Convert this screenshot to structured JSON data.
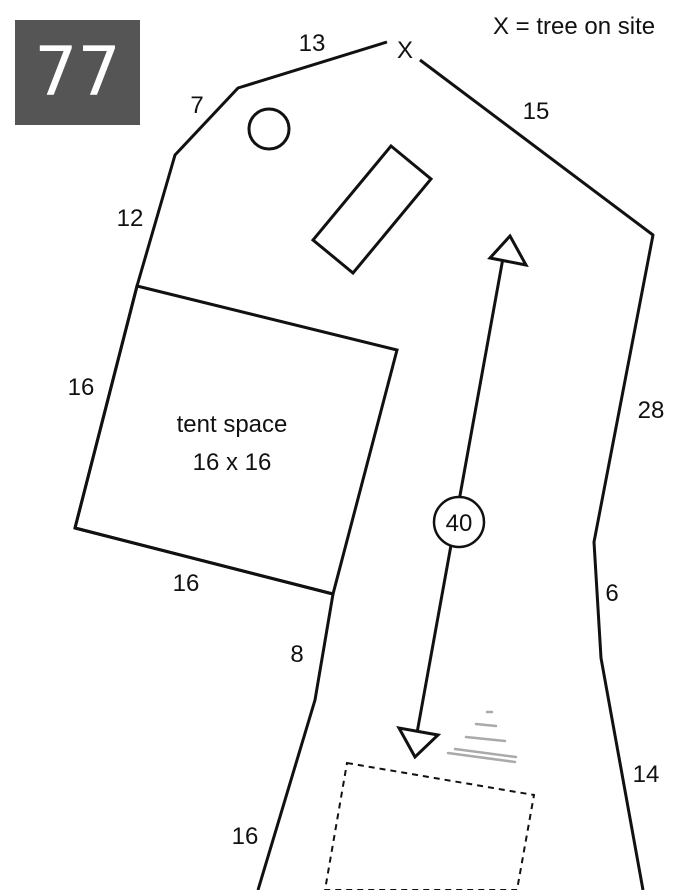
{
  "site_number": "77",
  "legend": "X = tree on site",
  "tree_marker": "X",
  "colors": {
    "badge": "#555555",
    "line": "#111111",
    "parking_stripes": "#aaaaaa"
  },
  "boundary_labels": [
    "13",
    "7",
    "12",
    "16",
    "16",
    "8",
    "16",
    "15",
    "28",
    "6",
    "14"
  ],
  "tent_space": {
    "title": "tent space",
    "size": "16 x 16"
  },
  "driveway_length": "40"
}
